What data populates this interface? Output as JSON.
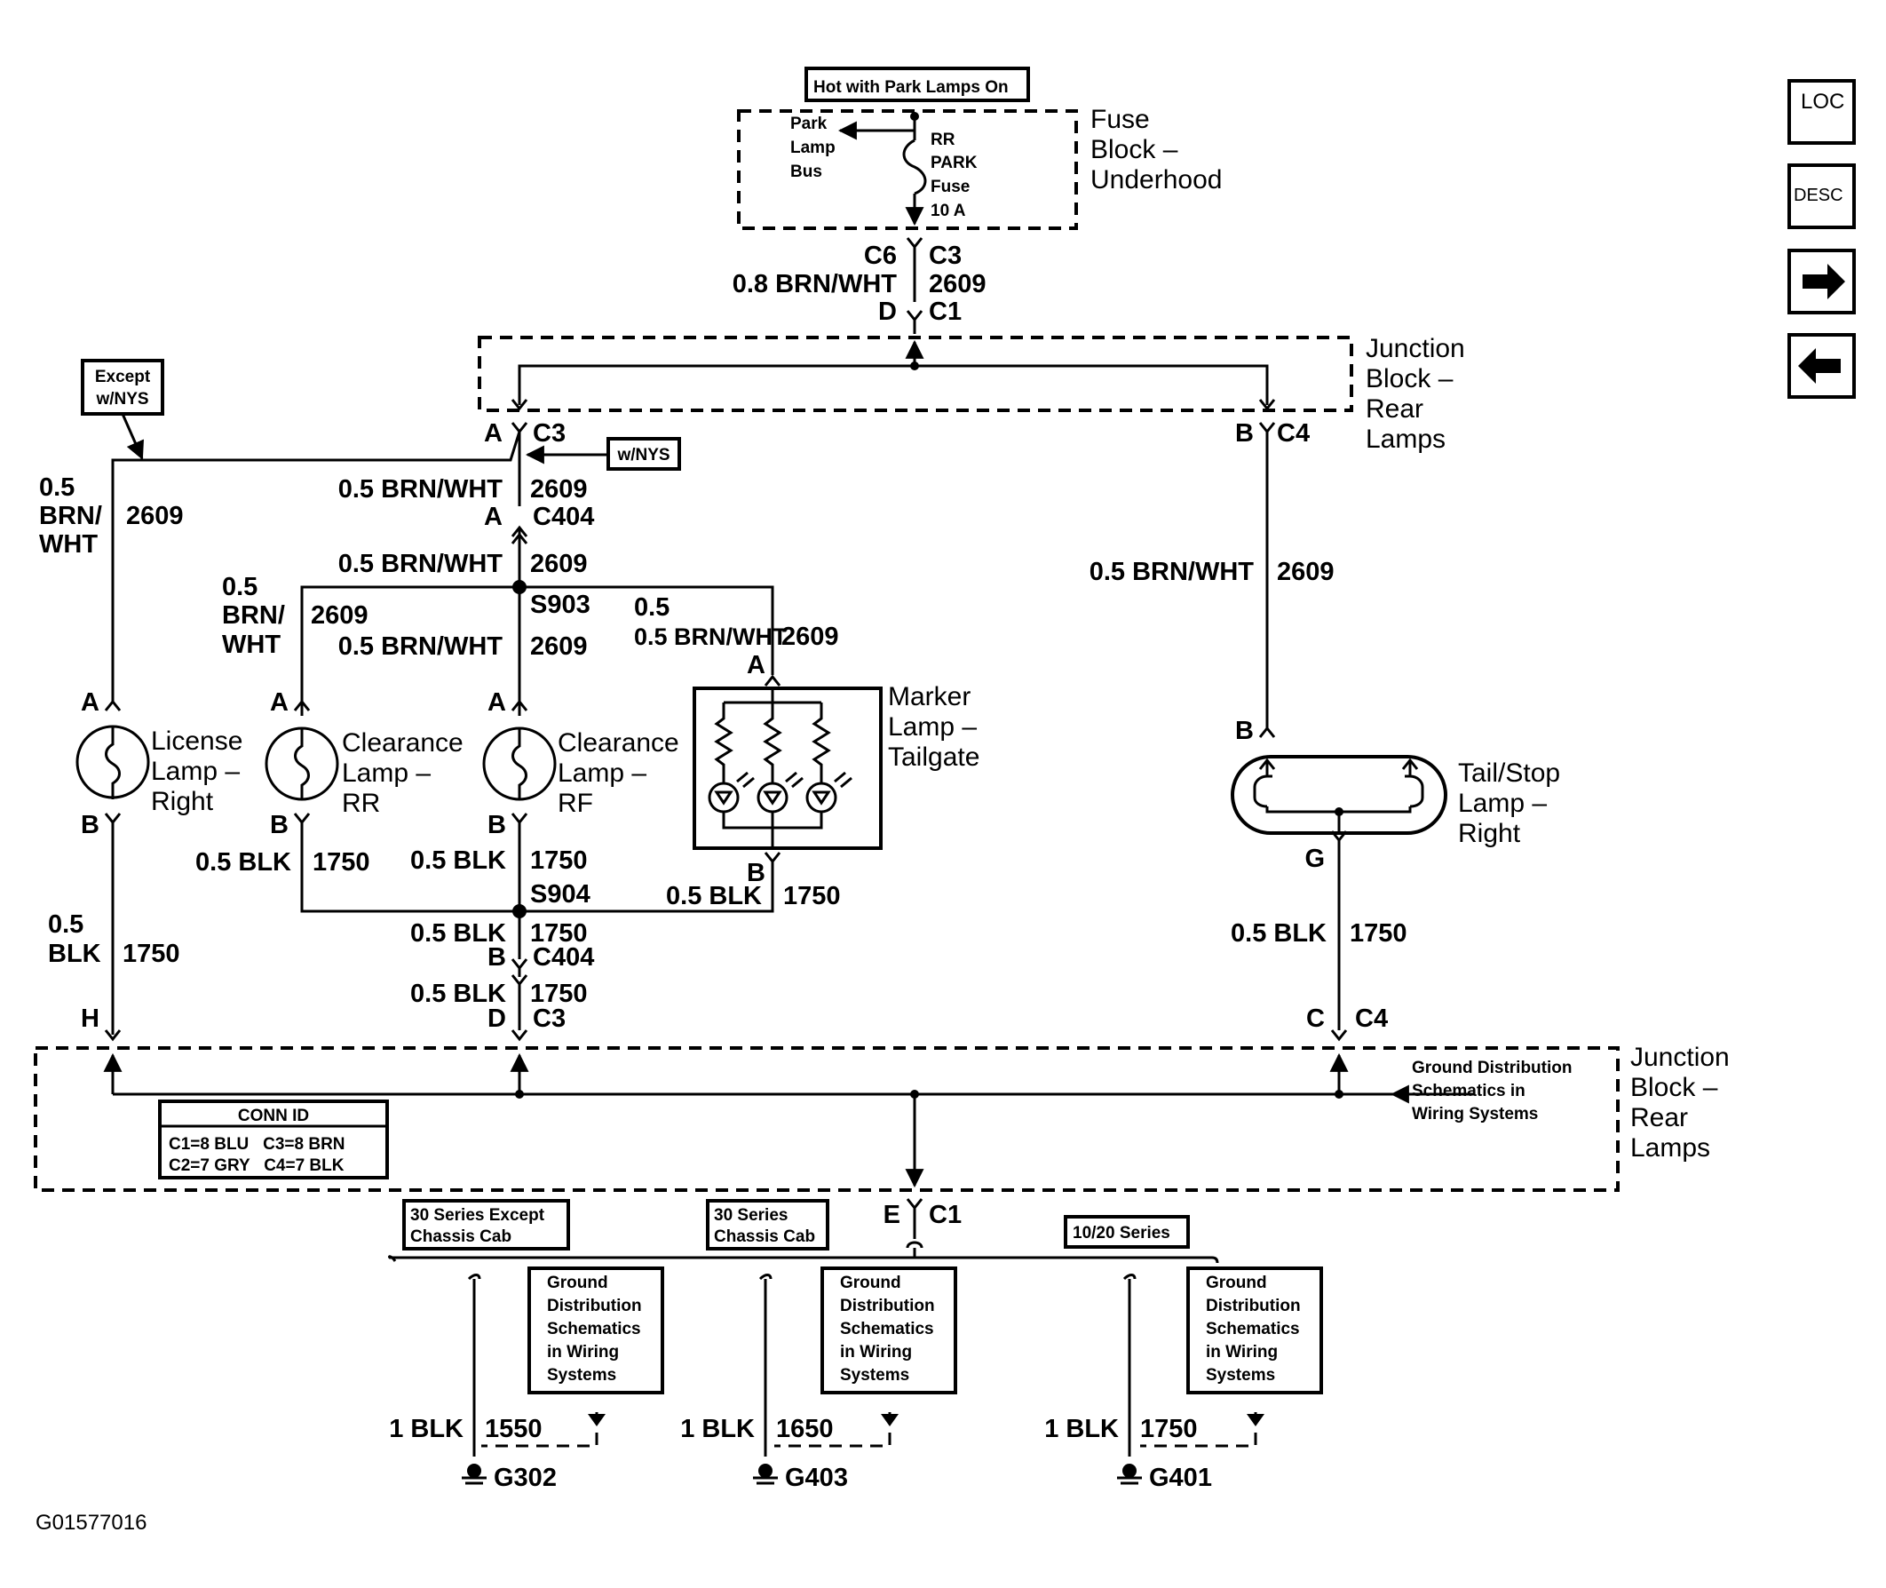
{
  "nav": {
    "loc": "LOC",
    "desc": "DESC",
    "next": "→",
    "prev": "←"
  },
  "fuse_block": {
    "hot_label": "Hot with Park Lamps On",
    "title": [
      "Fuse",
      "Block –",
      "Underhood"
    ],
    "bus": [
      "Park",
      "Lamp",
      "Bus"
    ],
    "fuse": [
      "RR",
      "PARK",
      "Fuse",
      "10 A"
    ]
  },
  "feed": {
    "c6": "C6",
    "c3": "C3",
    "wire": "0.8 BRN/WHT",
    "circuit": "2609",
    "d": "D",
    "c1": "C1"
  },
  "junction_block_top": {
    "title": [
      "Junction",
      "Block –",
      "Rear",
      "Lamps"
    ]
  },
  "junction_block_bottom": {
    "title": [
      "Junction",
      "Block –",
      "Rear",
      "Lamps"
    ]
  },
  "notes": {
    "except_nys": [
      "Except",
      "w/NYS"
    ],
    "with_nys": "w/NYS"
  },
  "labels": {
    "A": "A",
    "B": "B",
    "C": "C",
    "D": "D",
    "E": "E",
    "G": "G",
    "H": "H",
    "C3": "C3",
    "C4": "C4",
    "C404": "C404",
    "C1": "C1",
    "wire_brnwht": "0.5 BRN/WHT",
    "w05": "0.5",
    "wbrn": "BRN/",
    "wwht": "WHT",
    "c2609": "2609",
    "wire_blk": "0.5 BLK",
    "wblk": "BLK",
    "c1750": "1750",
    "s903": "S903",
    "s904": "S904"
  },
  "components": {
    "license": [
      "License",
      "Lamp –",
      "Right"
    ],
    "clear_rr": [
      "Clearance",
      "Lamp –",
      "RR"
    ],
    "clear_rf": [
      "Clearance",
      "Lamp –",
      "RF"
    ],
    "marker": [
      "Marker",
      "Lamp –",
      "Tailgate"
    ],
    "tailstop": [
      "Tail/Stop",
      "Lamp –",
      "Right"
    ]
  },
  "ground_dist_note": [
    "Ground Distribution",
    "Schematics in",
    "Wiring Systems"
  ],
  "conn_id": {
    "title": "CONN ID",
    "row1": "C1=8 BLU   C3=8 BRN",
    "row2": "C2=7 GRY   C4=7 BLK"
  },
  "grounds": [
    {
      "series": [
        "30 Series Except",
        "Chassis Cab"
      ],
      "box": [
        "Ground",
        "Distribution",
        "Schematics",
        "in Wiring",
        "Systems"
      ],
      "wire": "1 BLK",
      "circuit": "1550",
      "ground": "G302"
    },
    {
      "series": [
        "30 Series",
        "Chassis Cab"
      ],
      "box": [
        "Ground",
        "Distribution",
        "Schematics",
        "in Wiring",
        "Systems"
      ],
      "wire": "1 BLK",
      "circuit": "1650",
      "ground": "G403"
    },
    {
      "series": [
        "10/20 Series"
      ],
      "box": [
        "Ground",
        "Distribution",
        "Schematics",
        "in Wiring",
        "Systems"
      ],
      "wire": "1 BLK",
      "circuit": "1750",
      "ground": "G401"
    }
  ],
  "figure_id": "G01577016"
}
